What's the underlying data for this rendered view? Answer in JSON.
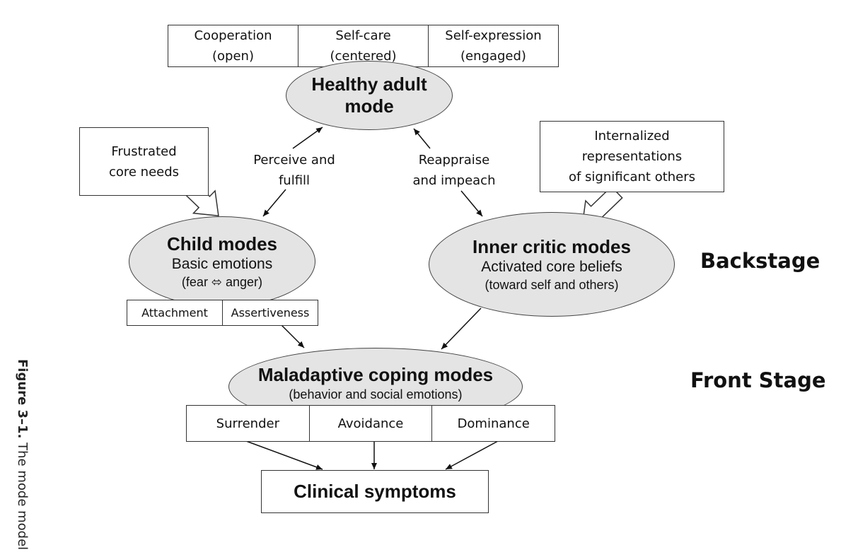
{
  "caption": {
    "number": "Figure 3–1.",
    "title": "The mode model"
  },
  "top_boxes": [
    {
      "line1": "Cooperation",
      "line2": "(open)"
    },
    {
      "line1": "Self-care",
      "line2": "(centered)"
    },
    {
      "line1": "Self-expression",
      "line2": "(engaged)"
    }
  ],
  "healthy_adult": {
    "line1": "Healthy adult",
    "line2": "mode"
  },
  "frustrated": {
    "line1": "Frustrated",
    "line2": "core needs"
  },
  "perceive": {
    "line1": "Perceive and",
    "line2": "fulfill"
  },
  "reappraise": {
    "line1": "Reappraise",
    "line2": "and impeach"
  },
  "internalized": {
    "line1": "Internalized",
    "line2": "representations",
    "line3": "of significant others"
  },
  "child_modes": {
    "title": "Child modes",
    "sub": "Basic emotions",
    "sub2": "(fear ⬄ anger)"
  },
  "child_boxes": [
    "Attachment",
    "Assertiveness"
  ],
  "inner_critic": {
    "title": "Inner critic modes",
    "sub": "Activated core beliefs",
    "sub2": "(toward self and others)"
  },
  "stages": {
    "backstage": "Backstage",
    "front": "Front Stage"
  },
  "coping": {
    "title": "Maladaptive coping modes",
    "sub": "(behavior and social emotions)"
  },
  "coping_boxes": [
    "Surrender",
    "Avoidance",
    "Dominance"
  ],
  "clinical": "Clinical symptoms"
}
